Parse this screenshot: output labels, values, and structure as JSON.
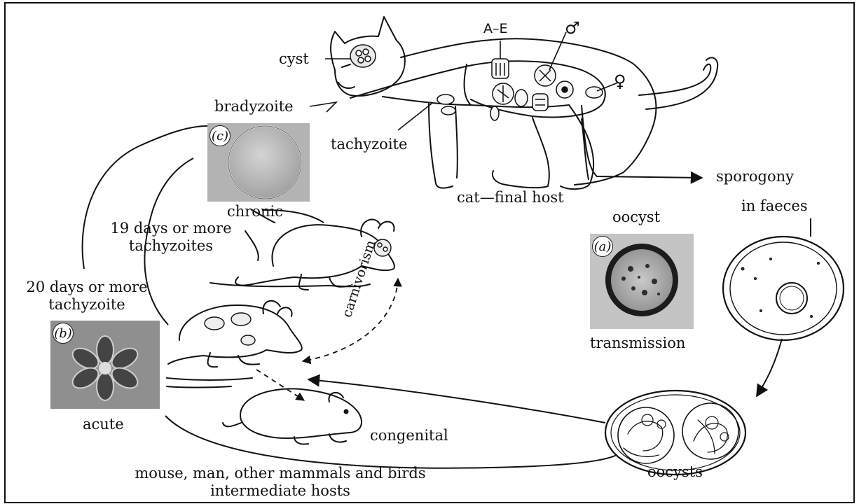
{
  "labels": {
    "cyst": "cyst",
    "ae": "A–E",
    "male_symbol": "♂",
    "female_symbol": "♀",
    "bradyzoite": "bradyzoite",
    "tachyzoite": "tachyzoite",
    "sporogony": "sporogony",
    "cat_final_host": "cat—final host",
    "oocyst": "oocyst",
    "in_faeces": "in faeces",
    "chronic": "chronic",
    "days19_line1": "19 days or more",
    "days19_line2": "tachyzoites",
    "days20_line1": "20 days or more",
    "days20_line2": "tachyzoite",
    "transmission": "transmission",
    "carnivorism": "carnivorism",
    "acute": "acute",
    "congenital": "congenital",
    "oocysts": "oocysts",
    "hosts_line1": "mouse, man, other mammals and birds",
    "hosts_line2": "intermediate hosts"
  },
  "panels": {
    "a": "(a)",
    "b": "(b)",
    "c": "(c)"
  }
}
